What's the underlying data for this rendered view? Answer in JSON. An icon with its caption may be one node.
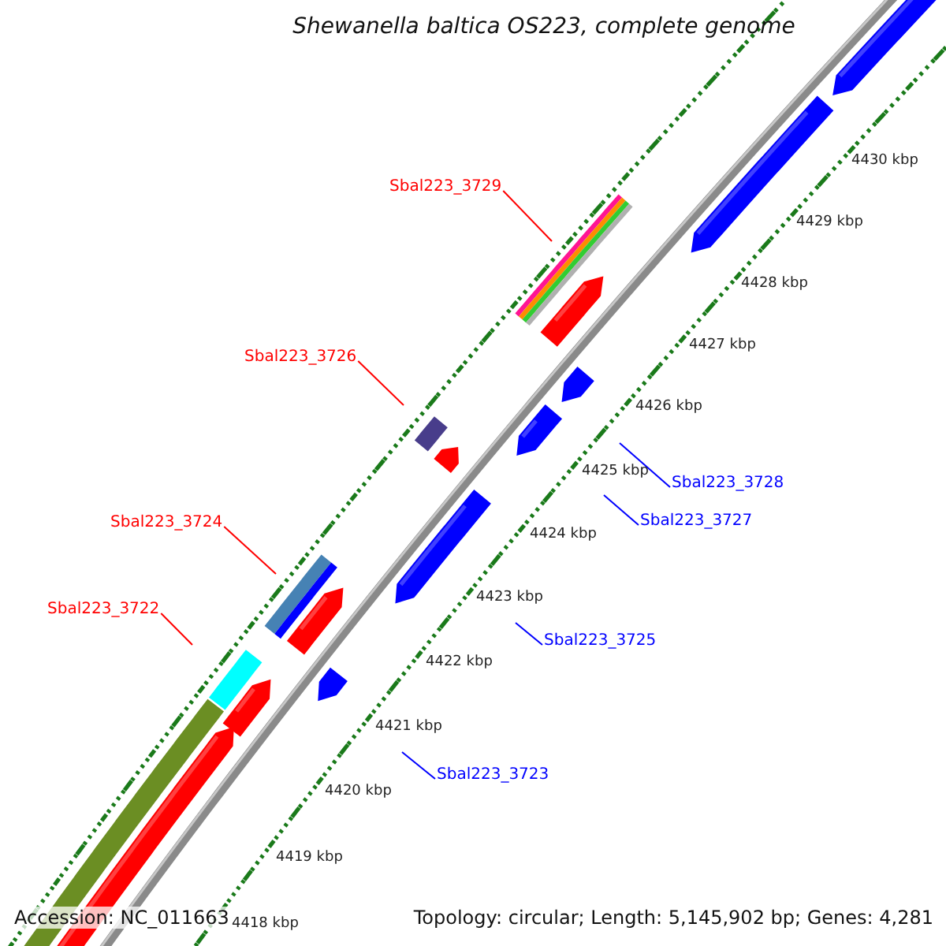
{
  "diagram": {
    "title": "Shewanella baltica OS223, complete genome",
    "nodes": [
      {
        "text": [
          "Sbal223_3729"
        ]
      },
      {
        "text": [
          "Sbal223_3726"
        ]
      },
      {
        "text": [
          "Sbal223_3724"
        ]
      },
      {
        "text": [
          "Sbal223_3722"
        ]
      },
      {
        "text": [
          "Sbal223_3728"
        ]
      },
      {
        "text": [
          "Sbal223_3727"
        ]
      },
      {
        "text": [
          "Sbal223_3725"
        ]
      },
      {
        "text": [
          "Sbal223_3723"
        ]
      }
    ],
    "edges": [
      {
        "from": 0,
        "to": null,
        "arrow": "none",
        "color": "#ff0000"
      },
      {
        "from": 1,
        "to": null,
        "arrow": "none",
        "color": "#ff0000"
      },
      {
        "from": 2,
        "to": null,
        "arrow": "none",
        "color": "#ff0000"
      },
      {
        "from": 3,
        "to": null,
        "arrow": "none",
        "color": "#ff0000"
      },
      {
        "from": 4,
        "to": null,
        "arrow": "none",
        "color": "#0000ff"
      },
      {
        "from": 5,
        "to": null,
        "arrow": "none",
        "color": "#0000ff"
      },
      {
        "from": 6,
        "to": null,
        "arrow": "none",
        "color": "#0000ff"
      },
      {
        "from": 7,
        "to": null,
        "arrow": "none",
        "color": "#0000ff"
      }
    ],
    "labels": [
      "4430 kbp",
      "4429 kbp",
      "4428 kbp",
      "4427 kbp",
      "4426 kbp",
      "4425 kbp",
      "4424 kbp",
      "4423 kbp",
      "4422 kbp",
      "4421 kbp",
      "4420 kbp",
      "4419 kbp",
      "4418 kbp",
      "Accession: NC_011663",
      "Topology: circular; Length: 5,145,902 bp; Genes: 4,281"
    ]
  }
}
